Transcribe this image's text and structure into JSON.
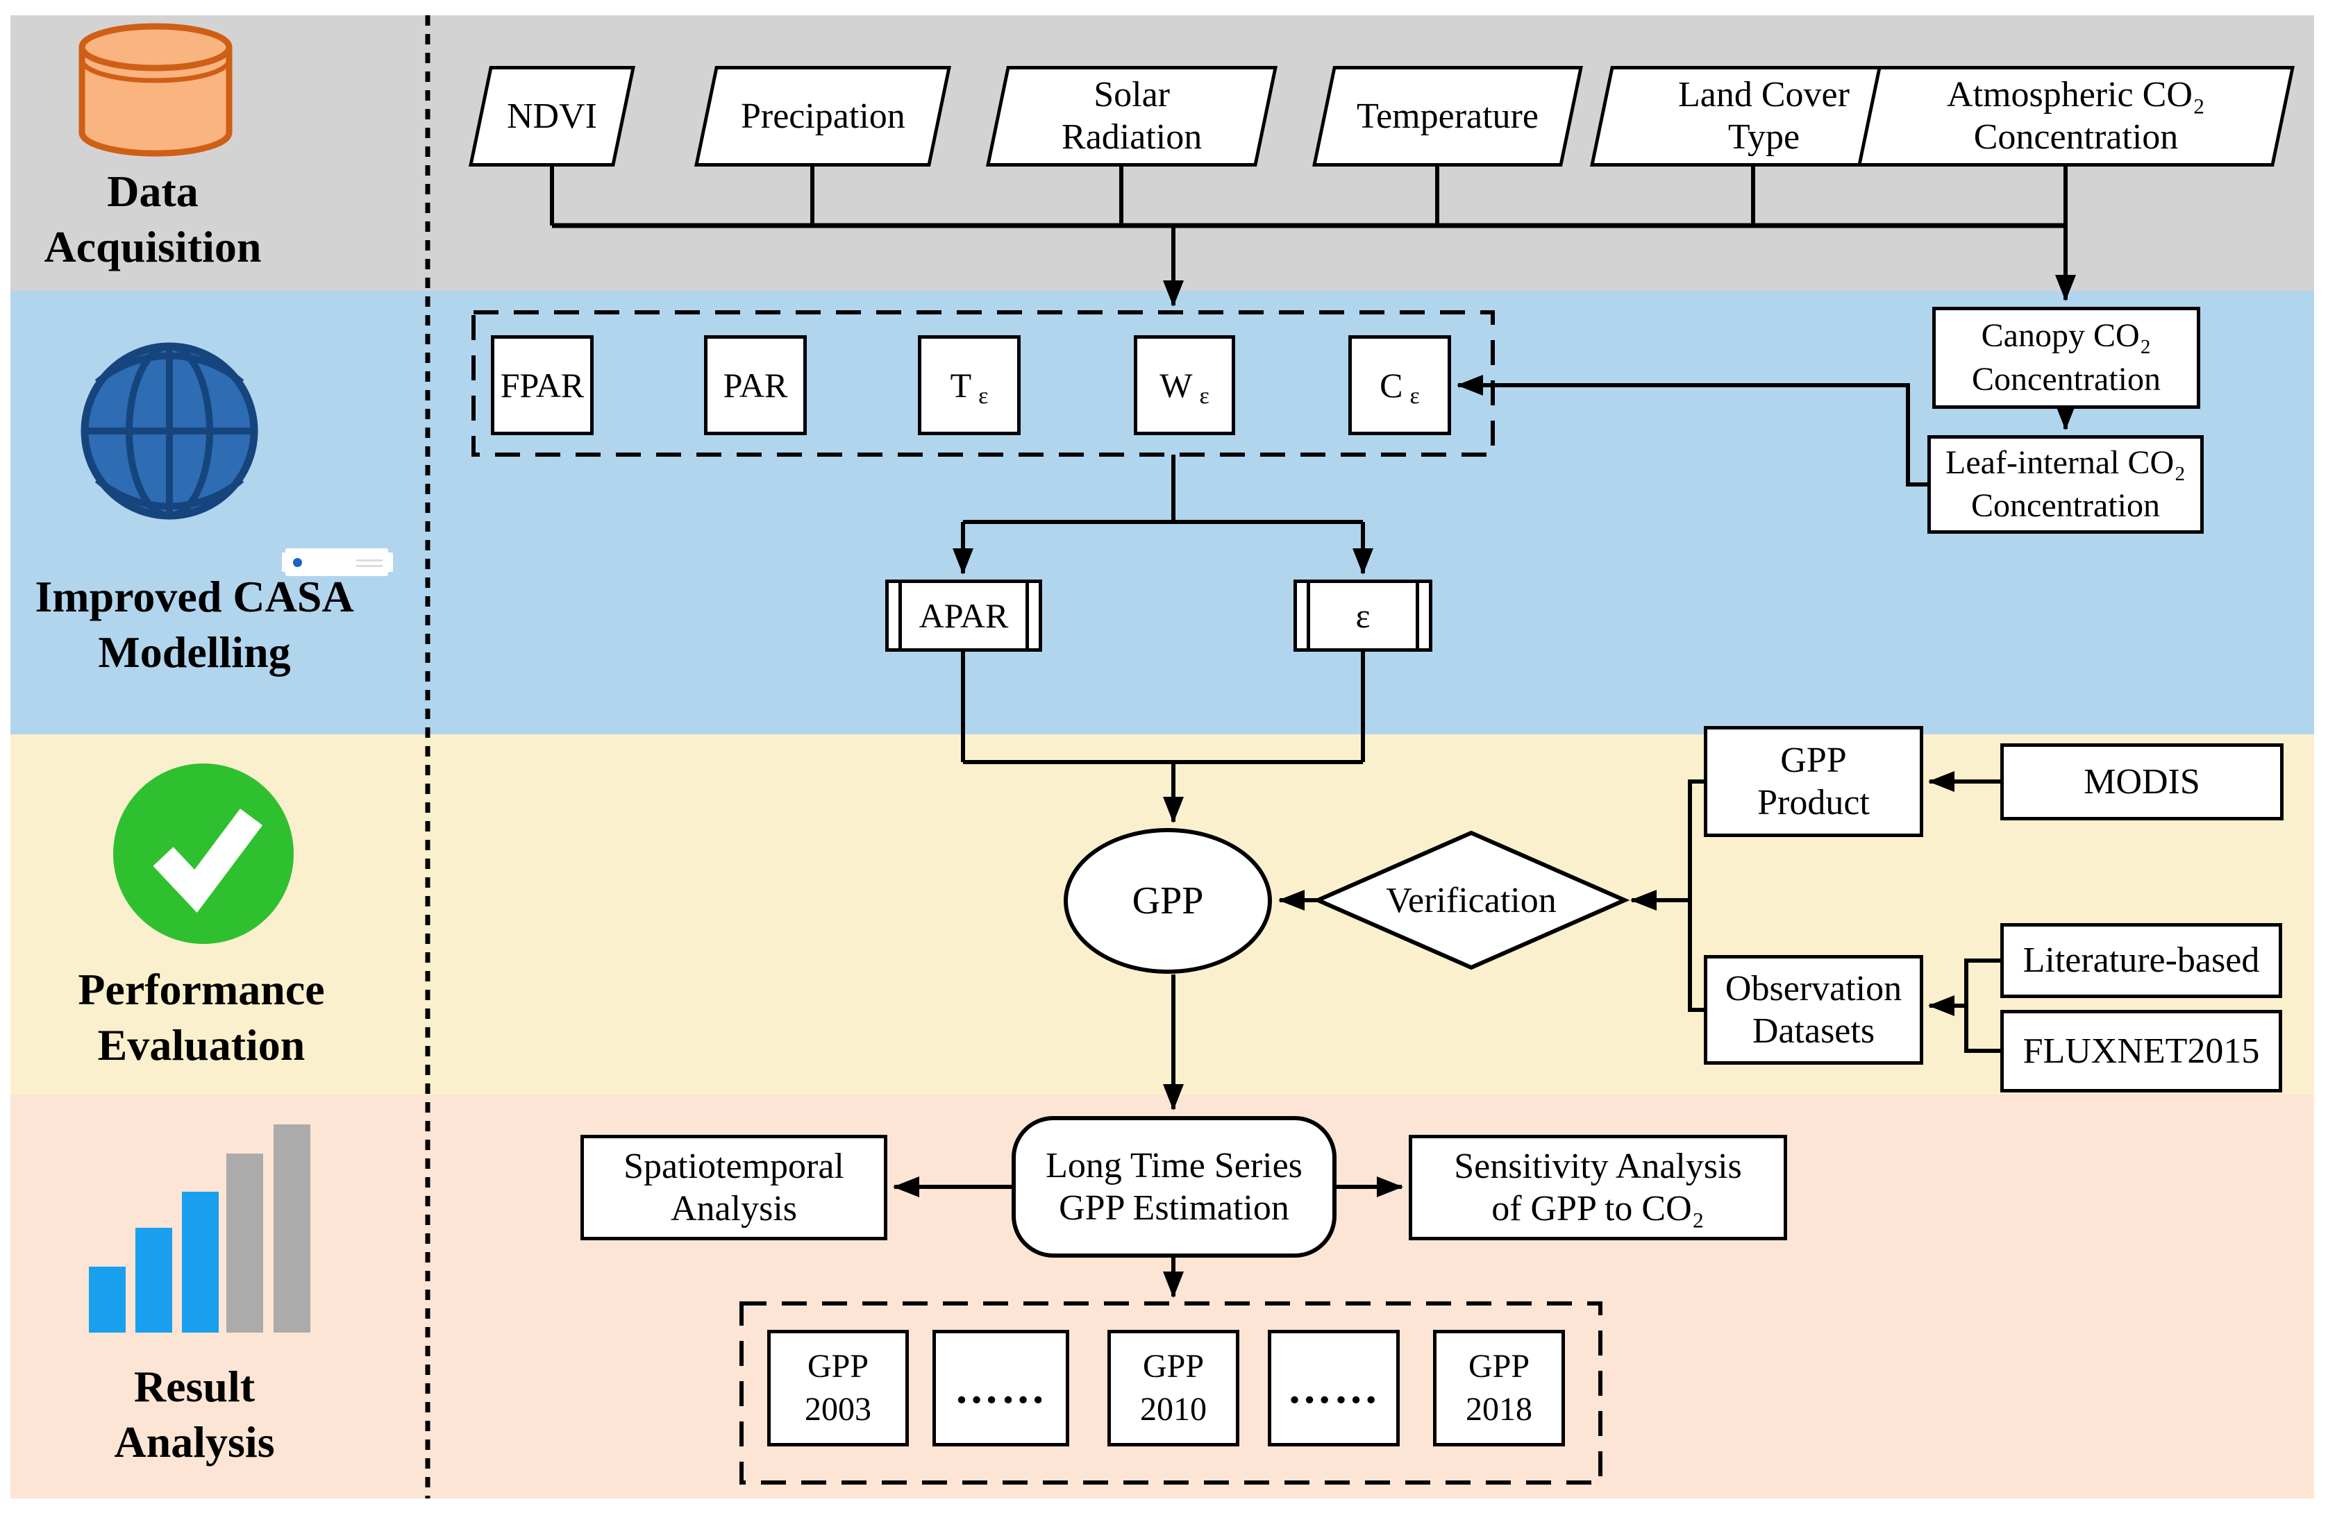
{
  "bands": {
    "acquisition": {
      "label": "Data\nAcquisition",
      "bg": "#d3d3d3"
    },
    "modelling": {
      "label": "Improved CASA\nModelling",
      "bg": "#b2d5ee"
    },
    "evaluation": {
      "label": "Performance\nEvaluation",
      "bg": "#fbf0cd"
    },
    "analysis": {
      "label": "Result\nAnalysis",
      "bg": "#fce5d5"
    }
  },
  "icons": {
    "database": "database-cylinder-icon",
    "globe": "globe-icon",
    "check": "check-circle-icon",
    "chart": "bar-chart-icon",
    "check_green": "#2fc02f",
    "db_fill": "#f9b480",
    "db_stroke": "#cf5f15",
    "globe_blue": "#2e6cb3",
    "globe_line": "#16457e",
    "bar_blue": "#18a0ef",
    "bar_gray": "#ababab"
  },
  "inputs": {
    "ndvi": "NDVI",
    "precipation": "Precipation",
    "solar": "Solar\nRadiation",
    "temperature": "Temperature",
    "landcover": "Land Cover\nType",
    "atm_co2": "Atmospheric CO₂\nConcentration"
  },
  "model": {
    "fpar": "FPAR",
    "par": "PAR",
    "t_eps": {
      "main": "T",
      "sub": "ε"
    },
    "w_eps": {
      "main": "W",
      "sub": "ε"
    },
    "c_eps": {
      "main": "C",
      "sub": "ε"
    },
    "canopy": "Canopy CO₂\nConcentration",
    "leaf": "Leaf-internal CO₂\nConcentration",
    "apar": "APAR",
    "epsilon": "ε"
  },
  "evaluation": {
    "gpp": "GPP",
    "verification": "Verification",
    "gpp_product": "GPP\nProduct",
    "modis": "MODIS",
    "observation": "Observation\nDatasets",
    "literature": "Literature-based",
    "fluxnet": "FLUXNET2015"
  },
  "results": {
    "spatiotemporal": "Spatiotemporal\nAnalysis",
    "long_series": "Long Time Series\nGPP Estimation",
    "sensitivity": "Sensitivity Analysis\nof GPP to CO₂",
    "gpp2003": "GPP\n2003",
    "dots1": "……",
    "gpp2010": "GPP\n2010",
    "dots2": "……",
    "gpp2018": "GPP\n2018"
  }
}
